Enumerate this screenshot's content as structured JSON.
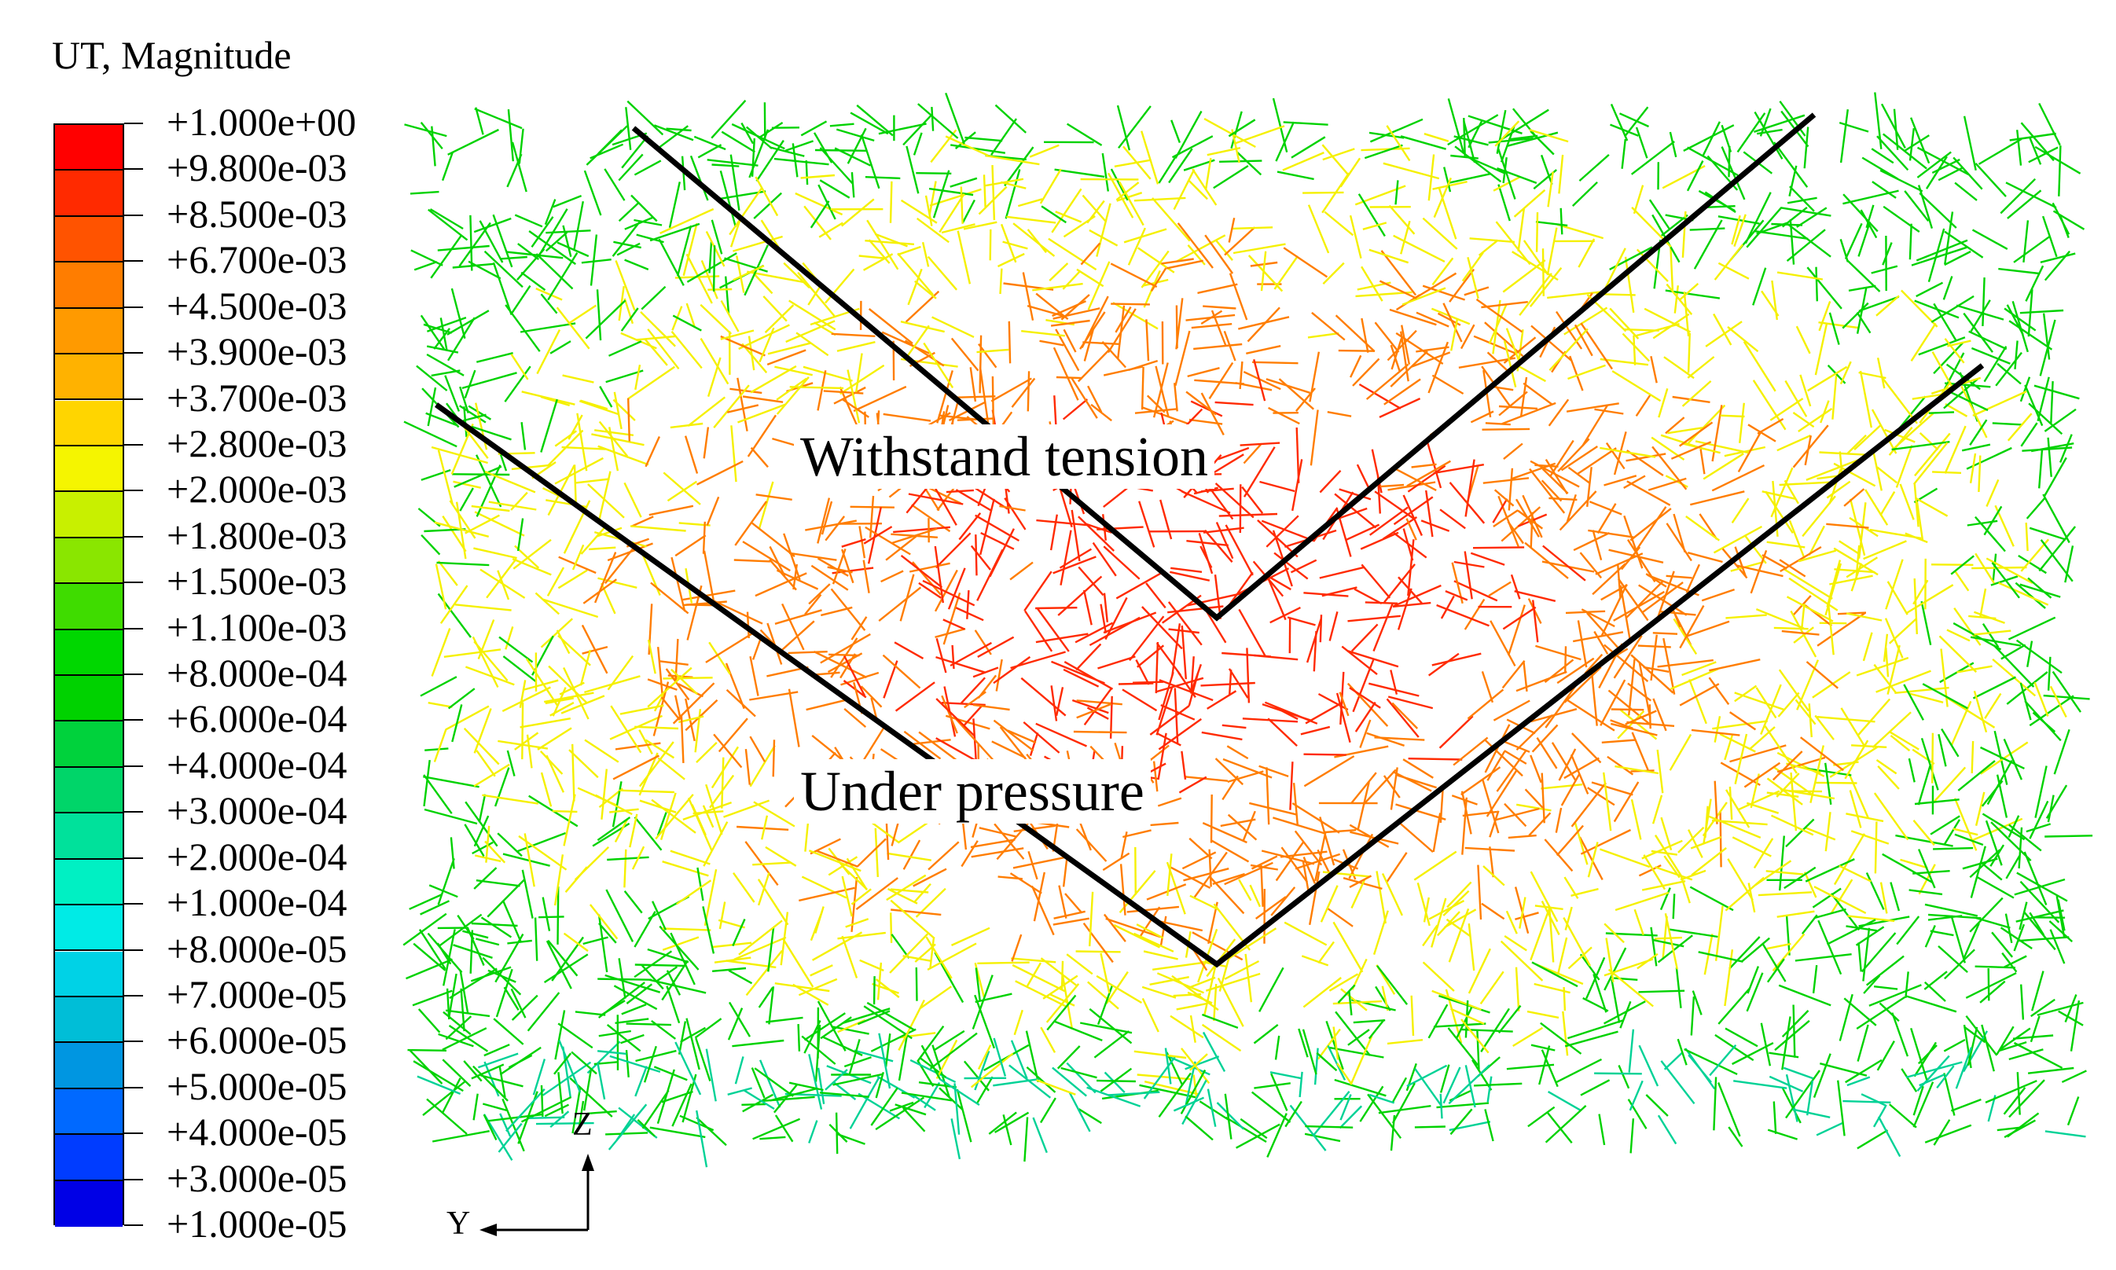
{
  "legend": {
    "title": "UT, Magnitude",
    "labels": [
      "+1.000e+00",
      "+9.800e-03",
      "+8.500e-03",
      "+6.700e-03",
      "+4.500e-03",
      "+3.900e-03",
      "+3.700e-03",
      "+2.800e-03",
      "+2.000e-03",
      "+1.800e-03",
      "+1.500e-03",
      "+1.100e-03",
      "+8.000e-04",
      "+6.000e-04",
      "+4.000e-04",
      "+3.000e-04",
      "+2.000e-04",
      "+1.000e-04",
      "+8.000e-05",
      "+7.000e-05",
      "+6.000e-05",
      "+5.000e-05",
      "+4.000e-05",
      "+3.000e-05",
      "+1.000e-05"
    ],
    "colors": [
      "#ff0000",
      "#ff2a00",
      "#ff5300",
      "#ff7d00",
      "#ff9a00",
      "#ffb200",
      "#ffd500",
      "#f5f500",
      "#c8f000",
      "#8ae600",
      "#3fdc00",
      "#00d700",
      "#00d200",
      "#00d23c",
      "#00d569",
      "#00e19b",
      "#00f0c3",
      "#00ebe6",
      "#00d2e6",
      "#00bed7",
      "#0096e1",
      "#0069ff",
      "#003cff",
      "#0000e6"
    ]
  },
  "annotations": {
    "tension": "Withstand tension",
    "pressure": "Under pressure"
  },
  "axes": {
    "z": "Z",
    "y": "Y"
  },
  "fiber_colors": {
    "red": "#ff2a00",
    "orange": "#ff7d00",
    "yellow": "#f5f000",
    "green": "#00d200",
    "teal": "#00d296"
  },
  "line_color": "#000000"
}
